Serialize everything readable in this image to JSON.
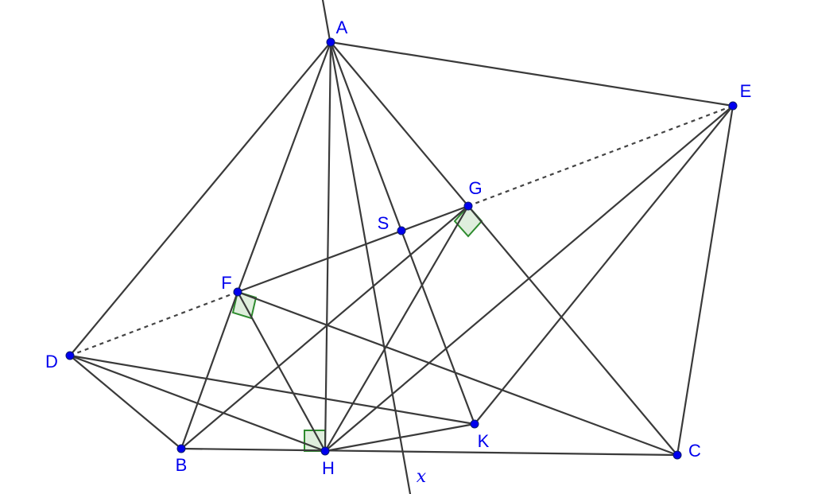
{
  "colors": {
    "point": "#0000ee",
    "label": "#0000ee",
    "segment": "#3a3a3a",
    "right_angle_stroke": "#2e8b2e",
    "right_angle_fill": "#dfeedd",
    "background": "#ffffff"
  },
  "points": [
    {
      "id": "A",
      "label": "A"
    },
    {
      "id": "B",
      "label": "B"
    },
    {
      "id": "C",
      "label": "C"
    },
    {
      "id": "D",
      "label": "D"
    },
    {
      "id": "E",
      "label": "E"
    },
    {
      "id": "F",
      "label": "F"
    },
    {
      "id": "G",
      "label": "G"
    },
    {
      "id": "H",
      "label": "H"
    },
    {
      "id": "K",
      "label": "K"
    },
    {
      "id": "S",
      "label": "S"
    }
  ],
  "segments": [
    [
      "A",
      "D"
    ],
    [
      "A",
      "F"
    ],
    [
      "A",
      "H"
    ],
    [
      "A",
      "G"
    ],
    [
      "A",
      "E"
    ],
    [
      "A",
      "S"
    ],
    [
      "B",
      "C"
    ],
    [
      "B",
      "F"
    ],
    [
      "B",
      "G"
    ],
    [
      "B",
      "D"
    ],
    [
      "C",
      "F"
    ],
    [
      "C",
      "G"
    ],
    [
      "C",
      "E"
    ],
    [
      "D",
      "H"
    ],
    [
      "D",
      "K"
    ],
    [
      "E",
      "H"
    ],
    [
      "E",
      "K"
    ],
    [
      "F",
      "G"
    ],
    [
      "F",
      "H"
    ],
    [
      "G",
      "H"
    ],
    [
      "H",
      "K"
    ],
    [
      "S",
      "K"
    ]
  ],
  "dashed_segments": [
    [
      "D",
      "F"
    ],
    [
      "G",
      "E"
    ]
  ],
  "right_angles": [
    "F",
    "G",
    "H"
  ],
  "lines": [
    {
      "id": "x",
      "label": "x"
    }
  ]
}
